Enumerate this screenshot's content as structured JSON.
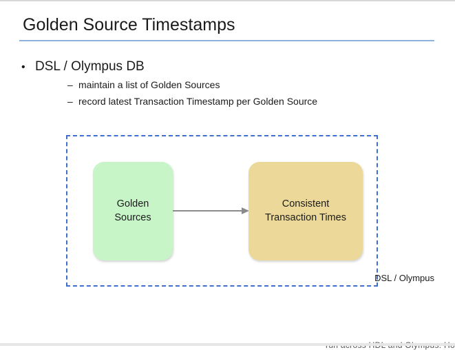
{
  "slide": {
    "title": "Golden Source Timestamps",
    "bullet_marker": "•",
    "bullet": "DSL / Olympus DB",
    "sub_marker": "–",
    "sub_bullets": [
      "maintain a list of Golden Sources",
      "record latest Transaction Timestamp per Golden Source"
    ]
  },
  "diagram": {
    "boundary_label": "DSL / Olympus",
    "source_box": {
      "line1": "Golden",
      "line2": "Sources",
      "color": "#c8f5c8"
    },
    "target_box": {
      "line1": "Consistent",
      "line2": "Transaction Times",
      "color": "#ecd999"
    },
    "boundary_color": "#3e6fcc",
    "arrow_color": "#8a8a8a"
  },
  "footer": {
    "text": "run across HDL and Olympus. Ho"
  }
}
